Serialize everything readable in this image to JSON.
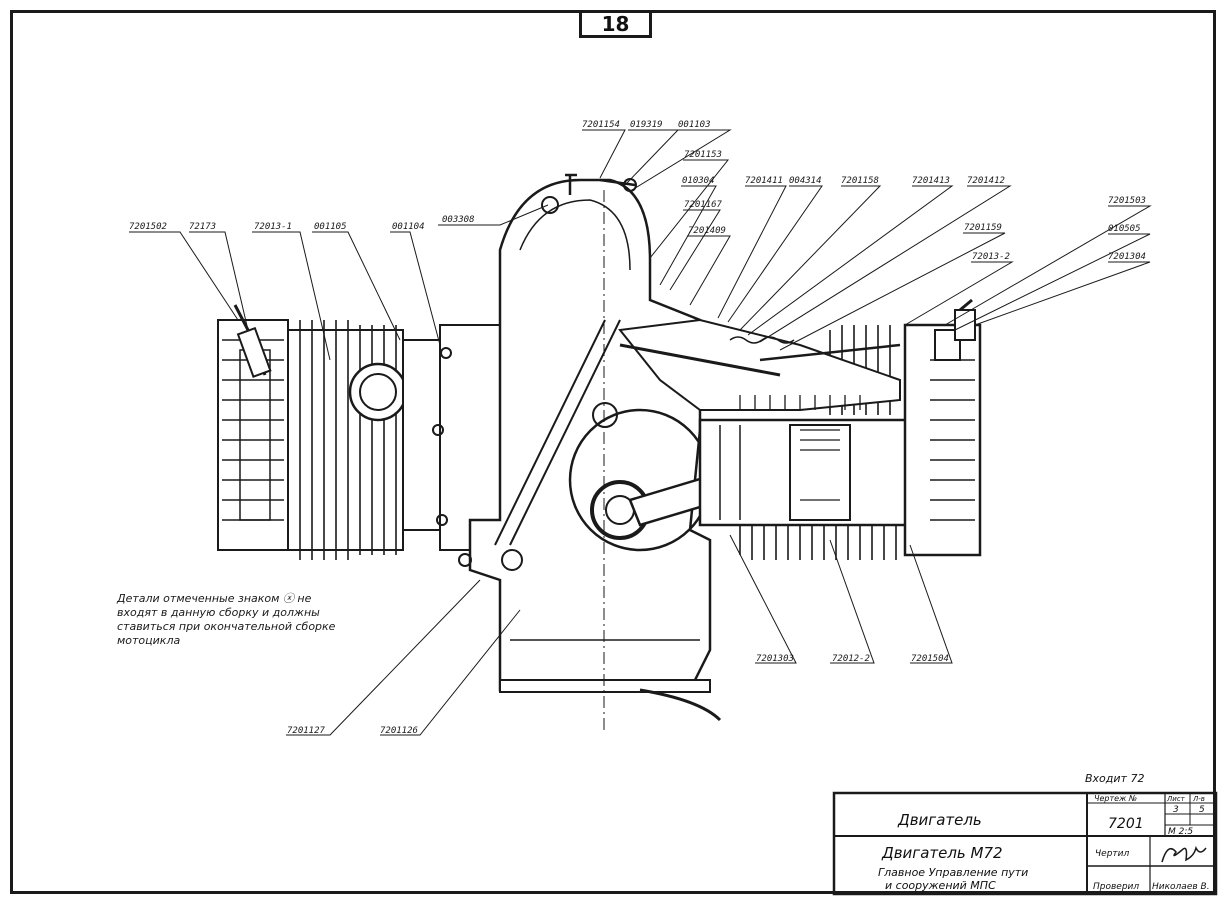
{
  "page_number": "18",
  "labels": {
    "p7201502": "7201502",
    "p72173": "72173",
    "p72013_1": "72013-1",
    "p001105": "001105",
    "p001104": "001104",
    "p003308": "003308",
    "p7201154": "7201154",
    "p019319": "019319",
    "p001103": "001103",
    "p7201153": "7201153",
    "p010304": "010304",
    "p7201167": "7201167",
    "p7201409": "7201409",
    "p7201411": "7201411",
    "p004314": "004314",
    "p7201158": "7201158",
    "p7201413": "7201413",
    "p7201412": "7201412",
    "p7201159": "7201159",
    "p72013_2": "72013-2",
    "p7201503": "7201503",
    "p010505": "010505",
    "p7201304": "7201304",
    "p7201303": "7201303",
    "p72012_2": "72012-2",
    "p7201504": "7201504",
    "p7201127": "7201127",
    "p7201126": "7201126"
  },
  "note": {
    "line1": "Детали отмеченные знаком ⓧ не",
    "line2": "входят в данную сборку и должны",
    "line3": "ставиться при окончательной сборке",
    "line4": "мотоцикла"
  },
  "title_block": {
    "vkhodit": "Входит 72",
    "name": "Двигатель",
    "chertezh_label": "Чертеж №",
    "chertezh_no": "7201",
    "list_label": "Лист",
    "listov_label": "Л-в",
    "list_no": "3",
    "listov_no": "5",
    "scale": "М 2:5",
    "product": "Двигатель М72",
    "org_line1": "Главное Управление пути",
    "org_line2": "и сооружений МПС",
    "chertil_label": "Чертил",
    "proveril_label": "Проверил",
    "proveril_name": "Николаев В."
  }
}
